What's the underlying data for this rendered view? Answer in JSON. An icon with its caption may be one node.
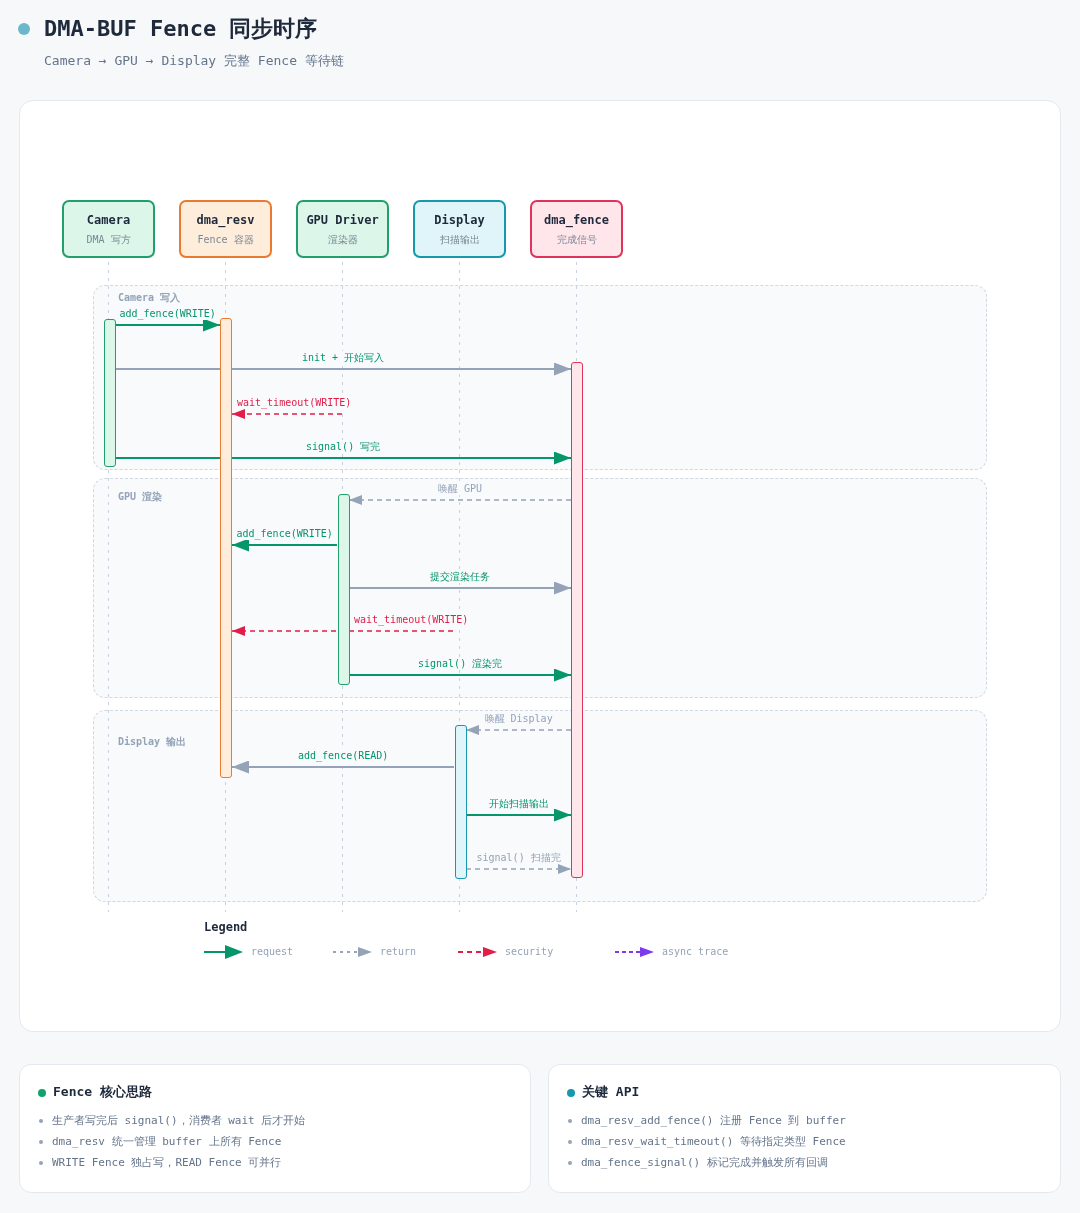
{
  "diagram": {
    "title": "DMA-BUF Fence 同步时序",
    "nodes": [
      {
        "text": [
          "Camera",
          "DMA 写方"
        ]
      },
      {
        "text": [
          "dma_resv",
          "Fence 容器"
        ]
      },
      {
        "text": [
          "GPU Driver",
          "渲染器"
        ]
      },
      {
        "text": [
          "Display",
          "扫描输出"
        ]
      },
      {
        "text": [
          "dma_fence",
          "完成信号"
        ]
      },
      {
        "text": [
          "Camera 写入"
        ]
      },
      {
        "text": [],
        "shape": "bar",
        "in": 5
      },
      {
        "text": [],
        "shape": "bar"
      },
      {
        "text": [],
        "shape": "bar"
      },
      {
        "text": [
          "GPU 渲染"
        ]
      },
      {
        "text": [],
        "shape": "bar",
        "in": 9
      },
      {
        "text": [
          "Display 输出"
        ]
      },
      {
        "text": [],
        "shape": "bar",
        "in": 11
      },
      {
        "text": [
          "Fence 核心思路",
          "生产者写完后 signal()，消费者 wait 后才开始",
          "dma_resv 统一管理 buffer 上所有 Fence",
          "WRITE Fence 独占写，READ Fence 可并行"
        ]
      },
      {
        "text": [
          "关键 API",
          "dma_resv_add_fence() 注册 Fence 到 buffer",
          "dma_resv_wait_timeout() 等待指定类型 Fence",
          "dma_fence_signal() 标记完成并触发所有回调"
        ]
      }
    ],
    "edges": [
      {
        "from": 6,
        "to": 7,
        "arrow": "to",
        "label": "add_fence(WRITE)",
        "color": "#059669"
      },
      {
        "from": 6,
        "to": 8,
        "arrow": "to",
        "label": "init + 开始写入"
      },
      {
        "from": null,
        "to": 7,
        "arrow": "to",
        "label": "wait_timeout(WRITE)",
        "style": "dashed",
        "color": "#e11d48"
      },
      {
        "from": 6,
        "to": 8,
        "arrow": "to",
        "label": "signal() 写完",
        "color": "#059669"
      },
      {
        "from": 8,
        "to": 10,
        "arrow": "to",
        "label": "唤醒 GPU",
        "style": "dashed"
      },
      {
        "from": 10,
        "to": 7,
        "arrow": "to",
        "label": "add_fence(WRITE)",
        "color": "#059669"
      },
      {
        "from": 10,
        "to": 8,
        "arrow": "to",
        "label": "提交渲染任务"
      },
      {
        "from": null,
        "to": 7,
        "arrow": "to",
        "label": "wait_timeout(WRITE)",
        "style": "dashed",
        "color": "#e11d48"
      },
      {
        "from": 10,
        "to": 8,
        "arrow": "to",
        "label": "signal() 渲染完",
        "color": "#059669"
      },
      {
        "from": 8,
        "to": 12,
        "arrow": "to",
        "label": "唤醒 Display",
        "style": "dashed"
      },
      {
        "from": 12,
        "to": 7,
        "arrow": "to",
        "label": "add_fence(READ)"
      },
      {
        "from": 12,
        "to": 8,
        "arrow": "to",
        "label": "开始扫描输出",
        "color": "#059669"
      },
      {
        "from": 12,
        "to": 8,
        "arrow": "to",
        "label": "signal() 扫描完",
        "style": "dashed"
      }
    ],
    "labels": [
      "Camera → GPU → Display 完整 Fence 等待链",
      "Legend"
    ],
    "legend": [
      {
        "text": "request"
      },
      {
        "text": "return"
      },
      {
        "text": "security"
      },
      {
        "text": "async trace"
      }
    ]
  }
}
